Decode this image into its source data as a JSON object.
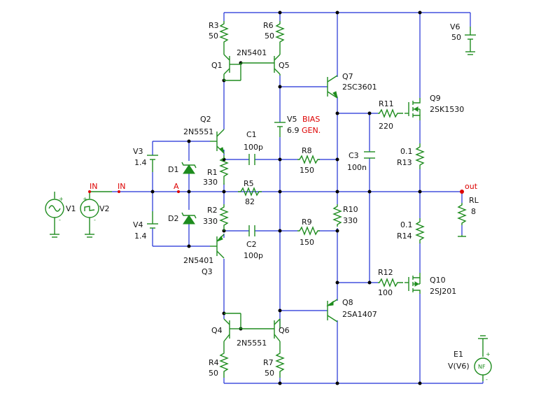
{
  "components": {
    "R3": {
      "ref": "R3",
      "value": "50"
    },
    "R6": {
      "ref": "R6",
      "value": "50"
    },
    "Q1": {
      "ref": "Q1"
    },
    "Q5": {
      "ref": "Q5",
      "part": "2N5401"
    },
    "V6": {
      "ref": "V6",
      "value": "50"
    },
    "Q7": {
      "ref": "Q7",
      "part": "2SC3601"
    },
    "Q9": {
      "ref": "Q9",
      "part": "2SK1530"
    },
    "R11": {
      "ref": "R11",
      "value": "220"
    },
    "Q2": {
      "ref": "Q2",
      "part": "2N5551"
    },
    "V5": {
      "ref": "V5",
      "value": "6.9",
      "note1": "BIAS",
      "note2": "GEN."
    },
    "C1": {
      "ref": "C1",
      "value": "100p"
    },
    "V3": {
      "ref": "V3",
      "value": "1.4"
    },
    "D1": {
      "ref": "D1"
    },
    "R1": {
      "ref": "R1",
      "value": "330"
    },
    "R8": {
      "ref": "R8",
      "value": "150"
    },
    "C3": {
      "ref": "C3",
      "value": "100n"
    },
    "R13": {
      "ref": "R13",
      "value": "0.1"
    },
    "V1": {
      "ref": "V1"
    },
    "V2": {
      "ref": "V2"
    },
    "R5": {
      "ref": "R5",
      "value": "82"
    },
    "RL": {
      "ref": "RL",
      "value": "8"
    },
    "R2": {
      "ref": "R2",
      "value": "330"
    },
    "D2": {
      "ref": "D2"
    },
    "R10": {
      "ref": "R10",
      "value": "330"
    },
    "R14": {
      "ref": "R14",
      "value": "0.1"
    },
    "V4": {
      "ref": "V4",
      "value": "1.4"
    },
    "R9": {
      "ref": "R9",
      "value": "150"
    },
    "C2": {
      "ref": "C2",
      "value": "100p"
    },
    "Q3": {
      "ref": "Q3",
      "part": "2N5401"
    },
    "R12": {
      "ref": "R12",
      "value": "100"
    },
    "Q10": {
      "ref": "Q10",
      "part": "2SJ201"
    },
    "Q8": {
      "ref": "Q8",
      "part": "2SA1407"
    },
    "Q4": {
      "ref": "Q4"
    },
    "Q6": {
      "ref": "Q6",
      "part": "2N5551"
    },
    "R4": {
      "ref": "R4",
      "value": "50"
    },
    "R7": {
      "ref": "R7",
      "value": "50"
    },
    "E1": {
      "ref": "E1",
      "value": "V(V6)",
      "symbol": "NF"
    }
  },
  "nets": {
    "in": "IN",
    "in_marker": "IN",
    "a": "A",
    "out": "out"
  },
  "colors": {
    "wire": "#1f2fd6",
    "component": "#1e8c1e",
    "net_label": "#dd0000",
    "text": "#111111"
  }
}
